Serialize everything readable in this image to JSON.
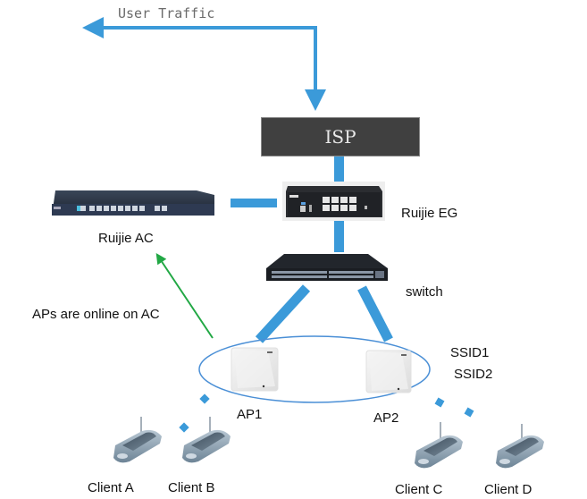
{
  "diagram": {
    "title": "Ruijie EG + AC wireless network topology",
    "labels": {
      "user_traffic": "User Traffic",
      "isp": "ISP",
      "ruijie_eg": "Ruijie EG",
      "ruijie_ac": "Ruijie AC",
      "switch": "switch",
      "aps_online": "APs are online on AC",
      "ap1": "AP1",
      "ap2": "AP2",
      "ssid1": "SSID1",
      "ssid2": "SSID2",
      "client_a": "Client A",
      "client_b": "Client B",
      "client_c": "Client C",
      "client_d": "Client D"
    },
    "nodes": [
      {
        "id": "isp",
        "type": "cloud-box"
      },
      {
        "id": "ruijie_eg",
        "type": "gateway"
      },
      {
        "id": "ruijie_ac",
        "type": "access-controller"
      },
      {
        "id": "switch",
        "type": "switch"
      },
      {
        "id": "ap1",
        "type": "access-point"
      },
      {
        "id": "ap2",
        "type": "access-point"
      },
      {
        "id": "client_a",
        "type": "handheld-client"
      },
      {
        "id": "client_b",
        "type": "handheld-client"
      },
      {
        "id": "client_c",
        "type": "handheld-client"
      },
      {
        "id": "client_d",
        "type": "handheld-client"
      }
    ],
    "links": [
      {
        "from": "isp",
        "to": "ruijie_eg",
        "style": "wired"
      },
      {
        "from": "ruijie_eg",
        "to": "ruijie_ac",
        "style": "wired"
      },
      {
        "from": "ruijie_eg",
        "to": "switch",
        "style": "wired"
      },
      {
        "from": "switch",
        "to": "ap1",
        "style": "wired"
      },
      {
        "from": "switch",
        "to": "ap2",
        "style": "wired"
      },
      {
        "from": "ap1",
        "to": "client_a",
        "style": "wireless"
      },
      {
        "from": "ap1",
        "to": "client_b",
        "style": "wireless"
      },
      {
        "from": "ap2",
        "to": "client_c",
        "style": "wireless"
      },
      {
        "from": "ap2",
        "to": "client_d",
        "style": "wireless"
      },
      {
        "from": "ap_group",
        "to": "ruijie_ac",
        "style": "management-arrow"
      }
    ],
    "colors": {
      "link": "#3b9ad9",
      "management_arrow": "#22a845",
      "ap_group_ellipse": "#4a8fd6",
      "isp_box": "#404040",
      "text": "#111111",
      "user_traffic_text": "#6b6b6b"
    }
  }
}
